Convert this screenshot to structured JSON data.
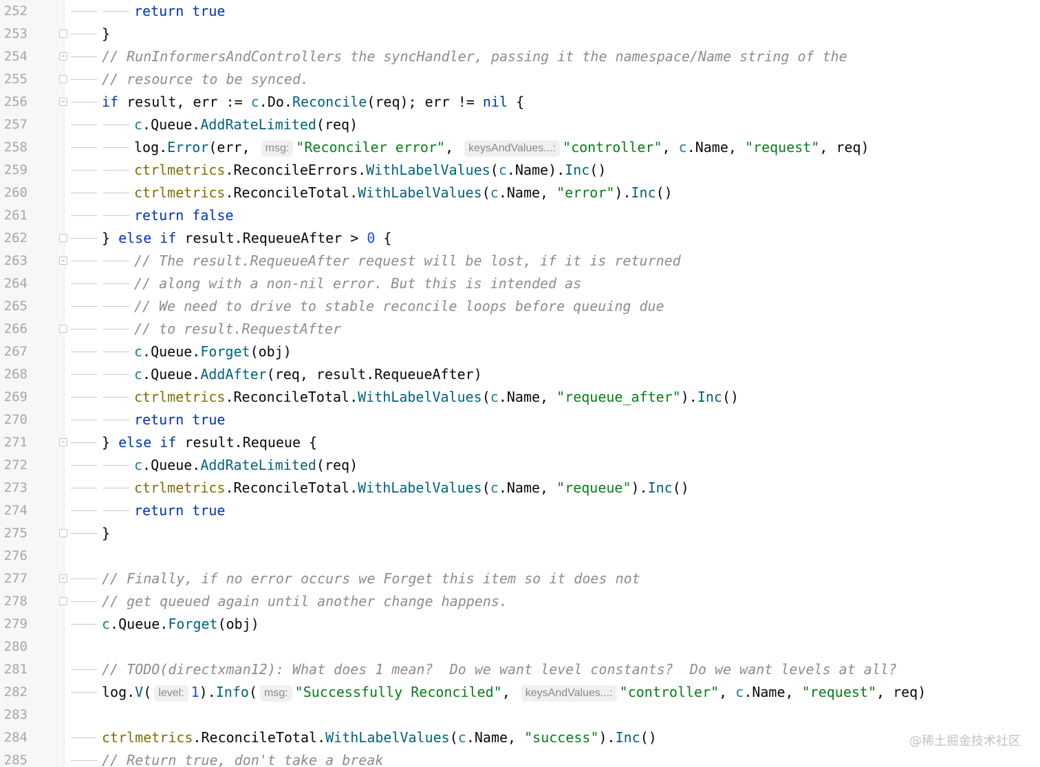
{
  "editor": {
    "lines": [
      {
        "n": "252",
        "indent": 2,
        "fold": "",
        "tokens": [
          {
            "t": "kw",
            "v": "return"
          },
          {
            "t": "plain",
            "v": " "
          },
          {
            "t": "kw",
            "v": "true"
          }
        ]
      },
      {
        "n": "253",
        "indent": 1,
        "fold": "closed",
        "tokens": [
          {
            "t": "plain",
            "v": "}"
          }
        ]
      },
      {
        "n": "254",
        "indent": 1,
        "fold": "open",
        "tokens": [
          {
            "t": "cm",
            "v": "// RunInformersAndControllers the syncHandler, passing it the namespace/Name string of the"
          }
        ]
      },
      {
        "n": "255",
        "indent": 1,
        "fold": "closed",
        "tokens": [
          {
            "t": "cm",
            "v": "// resource to be synced."
          }
        ]
      },
      {
        "n": "256",
        "indent": 1,
        "fold": "open",
        "tokens": [
          {
            "t": "kw",
            "v": "if"
          },
          {
            "t": "plain",
            "v": " result, err := "
          },
          {
            "t": "recv",
            "v": "c"
          },
          {
            "t": "plain",
            "v": ".Do."
          },
          {
            "t": "fn",
            "v": "Reconcile"
          },
          {
            "t": "plain",
            "v": "(req); err != "
          },
          {
            "t": "kw",
            "v": "nil"
          },
          {
            "t": "plain",
            "v": " {"
          }
        ]
      },
      {
        "n": "257",
        "indent": 2,
        "fold": "",
        "tokens": [
          {
            "t": "recv",
            "v": "c"
          },
          {
            "t": "plain",
            "v": ".Queue."
          },
          {
            "t": "fn",
            "v": "AddRateLimited"
          },
          {
            "t": "plain",
            "v": "(req)"
          }
        ]
      },
      {
        "n": "258",
        "indent": 2,
        "fold": "",
        "tokens": [
          {
            "t": "plain",
            "v": "log."
          },
          {
            "t": "fn",
            "v": "Error"
          },
          {
            "t": "plain",
            "v": "(err, "
          },
          {
            "t": "hint",
            "v": "msg:"
          },
          {
            "t": "str",
            "v": "\"Reconciler error\""
          },
          {
            "t": "plain",
            "v": ", "
          },
          {
            "t": "hint",
            "v": "keysAndValues...:"
          },
          {
            "t": "str",
            "v": "\"controller\""
          },
          {
            "t": "plain",
            "v": ", "
          },
          {
            "t": "recv",
            "v": "c"
          },
          {
            "t": "plain",
            "v": ".Name, "
          },
          {
            "t": "str",
            "v": "\"request\""
          },
          {
            "t": "plain",
            "v": ", req)"
          }
        ]
      },
      {
        "n": "259",
        "indent": 2,
        "fold": "",
        "tokens": [
          {
            "t": "pkg",
            "v": "ctrlmetrics"
          },
          {
            "t": "plain",
            "v": ".ReconcileErrors."
          },
          {
            "t": "fn",
            "v": "WithLabelValues"
          },
          {
            "t": "plain",
            "v": "("
          },
          {
            "t": "recv",
            "v": "c"
          },
          {
            "t": "plain",
            "v": ".Name)."
          },
          {
            "t": "fn",
            "v": "Inc"
          },
          {
            "t": "plain",
            "v": "()"
          }
        ]
      },
      {
        "n": "260",
        "indent": 2,
        "fold": "",
        "tokens": [
          {
            "t": "pkg",
            "v": "ctrlmetrics"
          },
          {
            "t": "plain",
            "v": ".ReconcileTotal."
          },
          {
            "t": "fn",
            "v": "WithLabelValues"
          },
          {
            "t": "plain",
            "v": "("
          },
          {
            "t": "recv",
            "v": "c"
          },
          {
            "t": "plain",
            "v": ".Name, "
          },
          {
            "t": "str",
            "v": "\"error\""
          },
          {
            "t": "plain",
            "v": ")."
          },
          {
            "t": "fn",
            "v": "Inc"
          },
          {
            "t": "plain",
            "v": "()"
          }
        ]
      },
      {
        "n": "261",
        "indent": 2,
        "fold": "",
        "tokens": [
          {
            "t": "kw",
            "v": "return"
          },
          {
            "t": "plain",
            "v": " "
          },
          {
            "t": "kw",
            "v": "false"
          }
        ]
      },
      {
        "n": "262",
        "indent": 1,
        "fold": "closed",
        "tokens": [
          {
            "t": "plain",
            "v": "} "
          },
          {
            "t": "kw",
            "v": "else if"
          },
          {
            "t": "plain",
            "v": " result.RequeueAfter > "
          },
          {
            "t": "num",
            "v": "0"
          },
          {
            "t": "plain",
            "v": " {"
          }
        ]
      },
      {
        "n": "263",
        "indent": 2,
        "fold": "open",
        "tokens": [
          {
            "t": "cm",
            "v": "// The result.RequeueAfter request will be lost, if it is returned"
          }
        ]
      },
      {
        "n": "264",
        "indent": 2,
        "fold": "",
        "tokens": [
          {
            "t": "cm",
            "v": "// along with a non-nil error. But this is intended as"
          }
        ]
      },
      {
        "n": "265",
        "indent": 2,
        "fold": "",
        "tokens": [
          {
            "t": "cm",
            "v": "// We need to drive to stable reconcile loops before queuing due"
          }
        ]
      },
      {
        "n": "266",
        "indent": 2,
        "fold": "closed",
        "tokens": [
          {
            "t": "cm",
            "v": "// to result.RequestAfter"
          }
        ]
      },
      {
        "n": "267",
        "indent": 2,
        "fold": "",
        "tokens": [
          {
            "t": "recv",
            "v": "c"
          },
          {
            "t": "plain",
            "v": ".Queue."
          },
          {
            "t": "fn",
            "v": "Forget"
          },
          {
            "t": "plain",
            "v": "(obj)"
          }
        ]
      },
      {
        "n": "268",
        "indent": 2,
        "fold": "",
        "tokens": [
          {
            "t": "recv",
            "v": "c"
          },
          {
            "t": "plain",
            "v": ".Queue."
          },
          {
            "t": "fn",
            "v": "AddAfter"
          },
          {
            "t": "plain",
            "v": "(req, result.RequeueAfter)"
          }
        ]
      },
      {
        "n": "269",
        "indent": 2,
        "fold": "",
        "tokens": [
          {
            "t": "pkg",
            "v": "ctrlmetrics"
          },
          {
            "t": "plain",
            "v": ".ReconcileTotal."
          },
          {
            "t": "fn",
            "v": "WithLabelValues"
          },
          {
            "t": "plain",
            "v": "("
          },
          {
            "t": "recv",
            "v": "c"
          },
          {
            "t": "plain",
            "v": ".Name, "
          },
          {
            "t": "str",
            "v": "\"requeue_after\""
          },
          {
            "t": "plain",
            "v": ")."
          },
          {
            "t": "fn",
            "v": "Inc"
          },
          {
            "t": "plain",
            "v": "()"
          }
        ]
      },
      {
        "n": "270",
        "indent": 2,
        "fold": "",
        "tokens": [
          {
            "t": "kw",
            "v": "return"
          },
          {
            "t": "plain",
            "v": " "
          },
          {
            "t": "kw",
            "v": "true"
          }
        ]
      },
      {
        "n": "271",
        "indent": 1,
        "fold": "open",
        "tokens": [
          {
            "t": "plain",
            "v": "} "
          },
          {
            "t": "kw",
            "v": "else if"
          },
          {
            "t": "plain",
            "v": " result.Requeue {"
          }
        ]
      },
      {
        "n": "272",
        "indent": 2,
        "fold": "",
        "tokens": [
          {
            "t": "recv",
            "v": "c"
          },
          {
            "t": "plain",
            "v": ".Queue."
          },
          {
            "t": "fn",
            "v": "AddRateLimited"
          },
          {
            "t": "plain",
            "v": "(req)"
          }
        ]
      },
      {
        "n": "273",
        "indent": 2,
        "fold": "",
        "tokens": [
          {
            "t": "pkg",
            "v": "ctrlmetrics"
          },
          {
            "t": "plain",
            "v": ".ReconcileTotal."
          },
          {
            "t": "fn",
            "v": "WithLabelValues"
          },
          {
            "t": "plain",
            "v": "("
          },
          {
            "t": "recv",
            "v": "c"
          },
          {
            "t": "plain",
            "v": ".Name, "
          },
          {
            "t": "str",
            "v": "\"requeue\""
          },
          {
            "t": "plain",
            "v": ")."
          },
          {
            "t": "fn",
            "v": "Inc"
          },
          {
            "t": "plain",
            "v": "()"
          }
        ]
      },
      {
        "n": "274",
        "indent": 2,
        "fold": "",
        "tokens": [
          {
            "t": "kw",
            "v": "return"
          },
          {
            "t": "plain",
            "v": " "
          },
          {
            "t": "kw",
            "v": "true"
          }
        ]
      },
      {
        "n": "275",
        "indent": 1,
        "fold": "closed",
        "tokens": [
          {
            "t": "plain",
            "v": "}"
          }
        ]
      },
      {
        "n": "276",
        "indent": 0,
        "fold": "",
        "tokens": []
      },
      {
        "n": "277",
        "indent": 1,
        "fold": "open",
        "tokens": [
          {
            "t": "cm",
            "v": "// Finally, if no error occurs we Forget this item so it does not"
          }
        ]
      },
      {
        "n": "278",
        "indent": 1,
        "fold": "closed",
        "tokens": [
          {
            "t": "cm",
            "v": "// get queued again until another change happens."
          }
        ]
      },
      {
        "n": "279",
        "indent": 1,
        "fold": "",
        "tokens": [
          {
            "t": "recv",
            "v": "c"
          },
          {
            "t": "plain",
            "v": ".Queue."
          },
          {
            "t": "fn",
            "v": "Forget"
          },
          {
            "t": "plain",
            "v": "(obj)"
          }
        ]
      },
      {
        "n": "280",
        "indent": 0,
        "fold": "",
        "tokens": []
      },
      {
        "n": "281",
        "indent": 1,
        "fold": "",
        "tokens": [
          {
            "t": "cm",
            "v": "// TODO(directxman12): What does 1 mean?  Do we want level constants?  Do we want levels at all?"
          }
        ]
      },
      {
        "n": "282",
        "indent": 1,
        "fold": "",
        "tokens": [
          {
            "t": "plain",
            "v": "log."
          },
          {
            "t": "fn",
            "v": "V"
          },
          {
            "t": "plain",
            "v": "("
          },
          {
            "t": "hint",
            "v": "level:"
          },
          {
            "t": "num",
            "v": "1"
          },
          {
            "t": "plain",
            "v": ")."
          },
          {
            "t": "fn",
            "v": "Info"
          },
          {
            "t": "plain",
            "v": "("
          },
          {
            "t": "hint",
            "v": "msg:"
          },
          {
            "t": "str",
            "v": "\"Successfully Reconciled\""
          },
          {
            "t": "plain",
            "v": ", "
          },
          {
            "t": "hint",
            "v": "keysAndValues...:"
          },
          {
            "t": "str",
            "v": "\"controller\""
          },
          {
            "t": "plain",
            "v": ", "
          },
          {
            "t": "recv",
            "v": "c"
          },
          {
            "t": "plain",
            "v": ".Name, "
          },
          {
            "t": "str",
            "v": "\"request\""
          },
          {
            "t": "plain",
            "v": ", req)"
          }
        ]
      },
      {
        "n": "283",
        "indent": 0,
        "fold": "",
        "tokens": []
      },
      {
        "n": "284",
        "indent": 1,
        "fold": "",
        "tokens": [
          {
            "t": "pkg",
            "v": "ctrlmetrics"
          },
          {
            "t": "plain",
            "v": ".ReconcileTotal."
          },
          {
            "t": "fn",
            "v": "WithLabelValues"
          },
          {
            "t": "plain",
            "v": "("
          },
          {
            "t": "recv",
            "v": "c"
          },
          {
            "t": "plain",
            "v": ".Name, "
          },
          {
            "t": "str",
            "v": "\"success\""
          },
          {
            "t": "plain",
            "v": ")."
          },
          {
            "t": "fn",
            "v": "Inc"
          },
          {
            "t": "plain",
            "v": "()"
          }
        ]
      },
      {
        "n": "285",
        "indent": 1,
        "fold": "",
        "tokens": [
          {
            "t": "cm",
            "v": "// Return true, don't take a break"
          }
        ]
      }
    ]
  },
  "watermark": "@稀土掘金技术社区"
}
